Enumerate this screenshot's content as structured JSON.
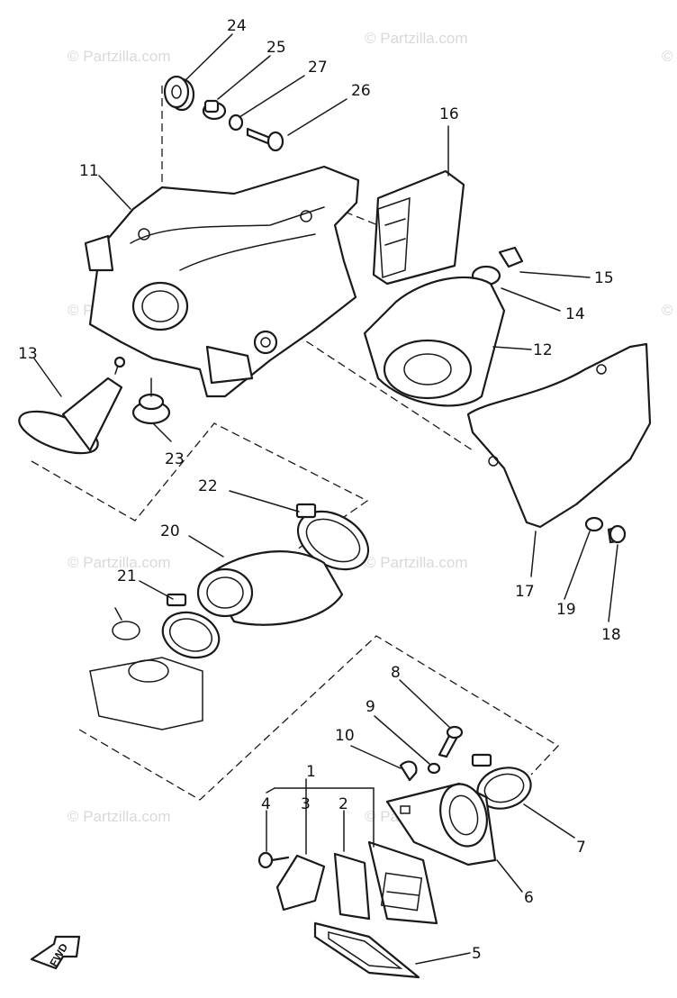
{
  "watermark": "© Partzilla.com",
  "labels": [
    "1",
    "2",
    "3",
    "4",
    "5",
    "6",
    "7",
    "8",
    "9",
    "10",
    "11",
    "12",
    "13",
    "14",
    "15",
    "16",
    "17",
    "18",
    "19",
    "20",
    "21",
    "22",
    "23",
    "24",
    "25",
    "26",
    "27"
  ],
  "fwd_label": "FWD"
}
